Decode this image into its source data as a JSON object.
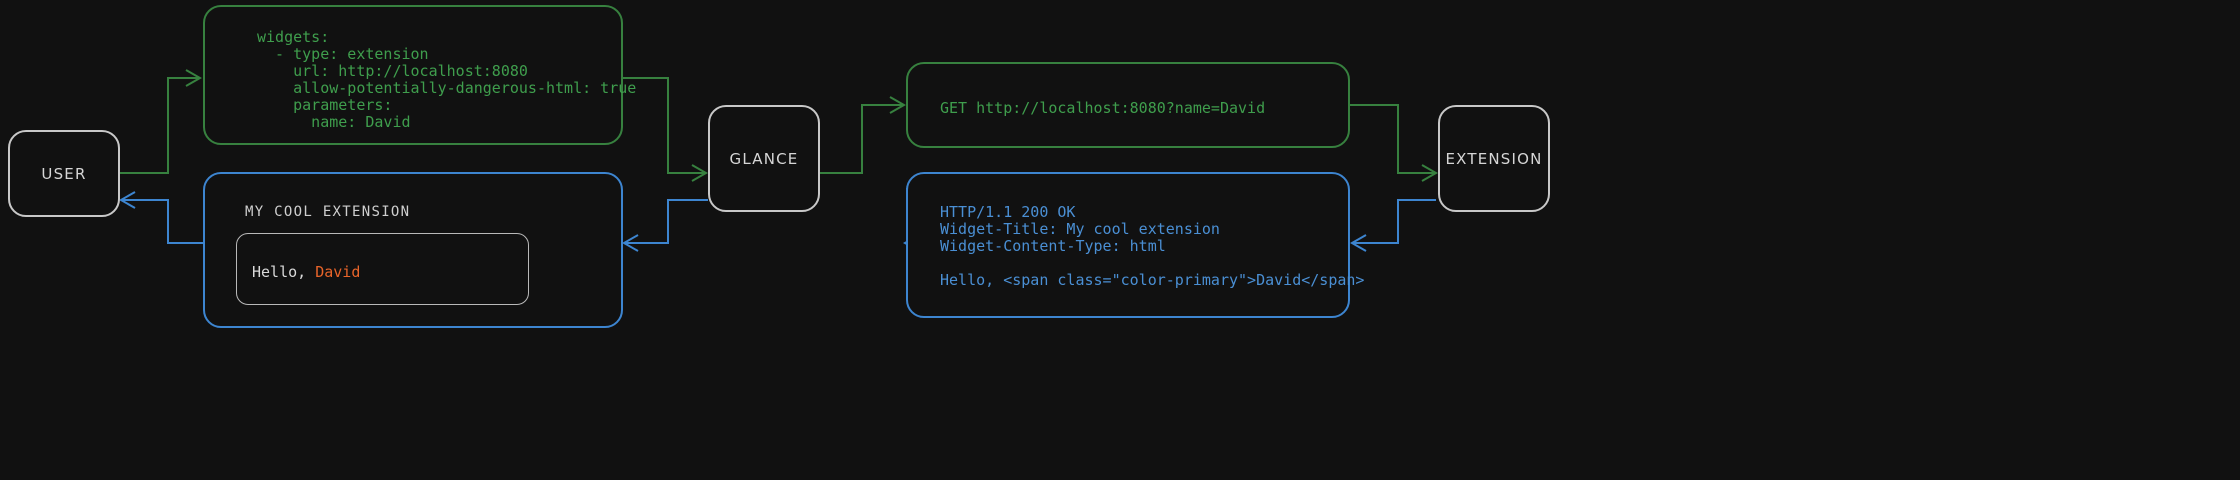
{
  "diagram": {
    "title": "Glance extension request/response flow",
    "background_color": "#111111",
    "request_color": "#3f9e4d",
    "response_color": "#4a8fd4",
    "node_border_color": "#c8c8c8",
    "accent_color": "#e8642a"
  },
  "nodes": {
    "user": {
      "label": "USER"
    },
    "glance": {
      "label": "GLANCE"
    },
    "extension": {
      "label": "EXTENSION"
    }
  },
  "messages": {
    "config_yaml": {
      "lines": [
        "widgets:",
        "  - type: extension",
        "    url: http://localhost:8080",
        "    allow-potentially-dangerous-html: true",
        "    parameters:",
        "      name: David"
      ],
      "text": "widgets:\n  - type: extension\n    url: http://localhost:8080\n    allow-potentially-dangerous-html: true\n    parameters:\n      name: David"
    },
    "http_request": {
      "text": "GET http://localhost:8080?name=David"
    },
    "http_response": {
      "status_line": "HTTP/1.1 200 OK",
      "header_title": "Widget-Title: My cool extension",
      "header_content_type": "Widget-Content-Type: html",
      "body": "Hello, <span class=\"color-primary\">David</span>"
    },
    "widget_preview": {
      "title": "MY COOL EXTENSION",
      "greeting_prefix": "Hello, ",
      "greeting_name": "David"
    }
  }
}
